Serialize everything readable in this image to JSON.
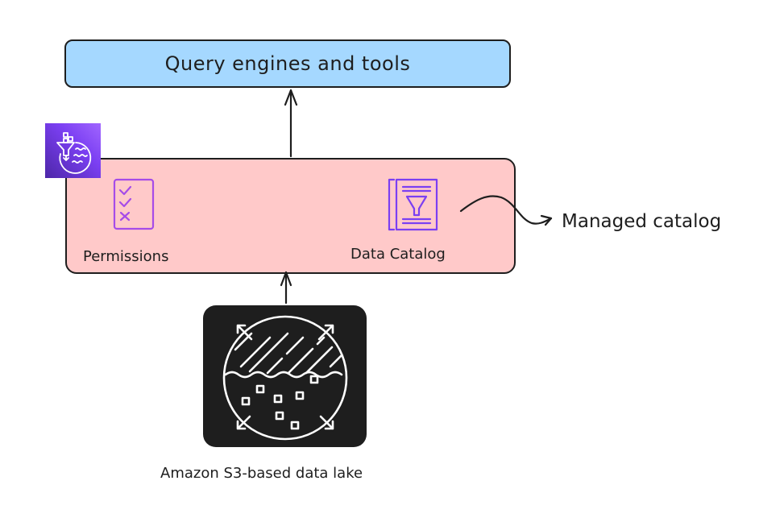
{
  "diagram": {
    "query_box": {
      "label": "Query engines and tools",
      "fill": "#a5d8ff"
    },
    "lake_formation_box": {
      "fill": "#ffc9c9",
      "badge_icon": "lake-formation-icon",
      "badge_color": "#7b3ff2"
    },
    "components": [
      {
        "label": "Permissions",
        "icon": "permissions-checklist-icon"
      },
      {
        "label": "Data Catalog",
        "icon": "data-catalog-icon"
      }
    ],
    "annotation": {
      "label": "Managed catalog"
    },
    "data_lake": {
      "label": "Amazon S3-based data lake",
      "icon": "s3-data-lake-icon",
      "fill": "#1e1e1e"
    },
    "edges": [
      {
        "from": "Amazon S3-based data lake",
        "to": "Lake Formation"
      },
      {
        "from": "Lake Formation",
        "to": "Query engines and tools"
      },
      {
        "from": "Data Catalog",
        "to": "Managed catalog"
      }
    ]
  }
}
